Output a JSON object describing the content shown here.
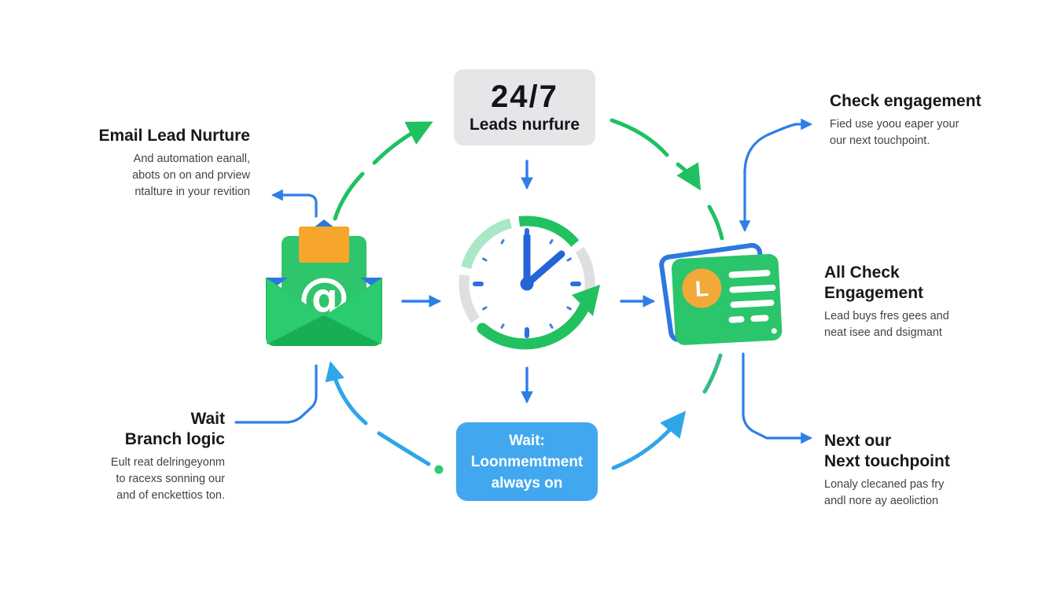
{
  "top_box": {
    "line1": "24/7",
    "line2": "Leads nurfure"
  },
  "wait_box": {
    "lines": [
      "Wait:",
      "Loonmemtment",
      "always on"
    ]
  },
  "labels": {
    "email_nurture": {
      "title": "Email Lead Nurture",
      "lines": [
        "And automation eanall,",
        "abots on on and prview",
        "ntalture in your revition"
      ]
    },
    "check_engagement": {
      "title": "Check engagement",
      "lines": [
        "Fied use yoou eaper your",
        "our next touchpoint."
      ]
    },
    "all_check": {
      "title_lines": [
        "All Check",
        "Engagement"
      ],
      "lines": [
        "Lead buys fres gees and",
        "neat isee and dsigmant"
      ]
    },
    "next_touchpoint": {
      "title_lines": [
        "Next our",
        "Next touchpoint"
      ],
      "lines": [
        "Lonaly clecaned pas fry",
        "andl nore ay aeoliction"
      ]
    },
    "wait_branch": {
      "title_lines": [
        "Wait",
        "Branch logic"
      ],
      "lines": [
        "Eult reat delringeyonm",
        "to racexs sonning our",
        "and of enckettios ton."
      ]
    }
  },
  "icons": {
    "email_at_symbol": "@",
    "card_badge_letter": "L"
  },
  "colors": {
    "green": "#1FC160",
    "light_green": "#A9E7C6",
    "blue": "#2E7EE8",
    "cyan": "#2FA6E8",
    "orange": "#F5A62B",
    "gray_box": "#E5E6E8",
    "blue_box": "#41A8F0"
  }
}
